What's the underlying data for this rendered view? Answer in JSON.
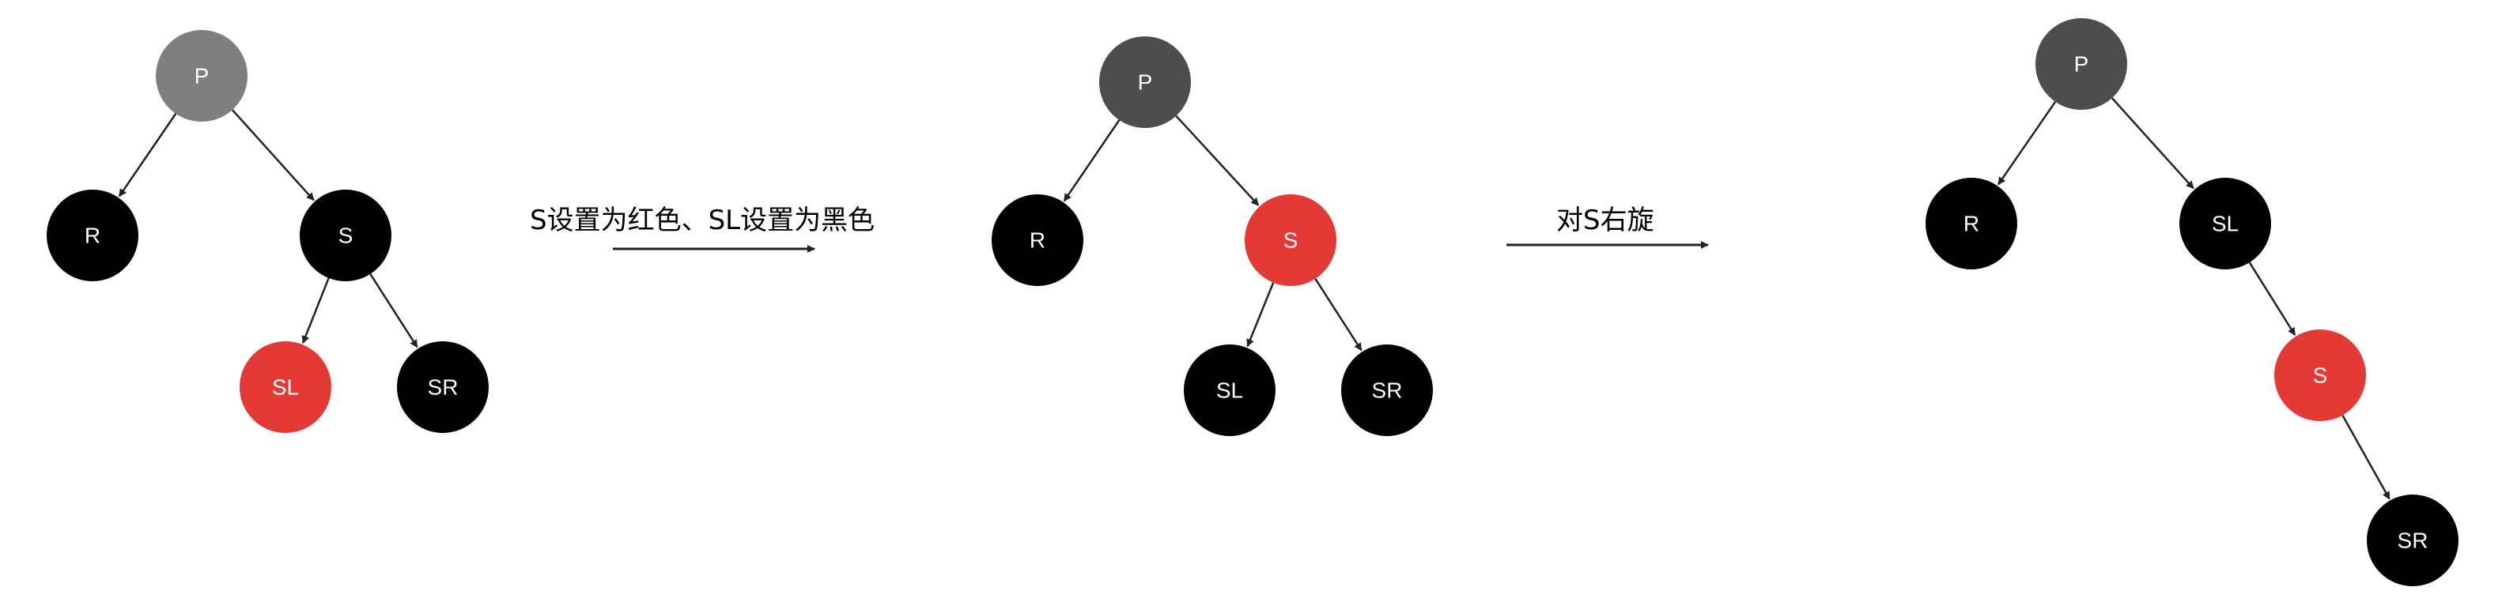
{
  "colors": {
    "black": "#000000",
    "red": "#e53935",
    "gray_light": "#7f7f7f",
    "gray_dark": "#4d4d4d",
    "edge": "#222222",
    "text_on_node": "#ffffff"
  },
  "diagrams": [
    {
      "id": "before",
      "nodes": [
        {
          "id": "P",
          "label": "P",
          "color": "gray_light"
        },
        {
          "id": "R",
          "label": "R",
          "color": "black"
        },
        {
          "id": "S",
          "label": "S",
          "color": "black"
        },
        {
          "id": "SL",
          "label": "SL",
          "color": "red"
        },
        {
          "id": "SR",
          "label": "SR",
          "color": "black"
        }
      ],
      "edges": [
        [
          "P",
          "R"
        ],
        [
          "P",
          "S"
        ],
        [
          "S",
          "SL"
        ],
        [
          "S",
          "SR"
        ]
      ]
    },
    {
      "id": "recolored",
      "nodes": [
        {
          "id": "P",
          "label": "P",
          "color": "gray_dark"
        },
        {
          "id": "R",
          "label": "R",
          "color": "black"
        },
        {
          "id": "S",
          "label": "S",
          "color": "red"
        },
        {
          "id": "SL",
          "label": "SL",
          "color": "black"
        },
        {
          "id": "SR",
          "label": "SR",
          "color": "black"
        }
      ],
      "edges": [
        [
          "P",
          "R"
        ],
        [
          "P",
          "S"
        ],
        [
          "S",
          "SL"
        ],
        [
          "S",
          "SR"
        ]
      ]
    },
    {
      "id": "rotated",
      "nodes": [
        {
          "id": "P",
          "label": "P",
          "color": "gray_dark"
        },
        {
          "id": "R",
          "label": "R",
          "color": "black"
        },
        {
          "id": "SL",
          "label": "SL",
          "color": "black"
        },
        {
          "id": "S",
          "label": "S",
          "color": "red"
        },
        {
          "id": "SR",
          "label": "SR",
          "color": "black"
        }
      ],
      "edges": [
        [
          "P",
          "R"
        ],
        [
          "P",
          "SL"
        ],
        [
          "SL",
          "S"
        ],
        [
          "S",
          "SR"
        ]
      ]
    }
  ],
  "steps": [
    {
      "id": "step1",
      "label": "S设置为红色、SL设置为黑色"
    },
    {
      "id": "step2",
      "label": "对S右旋"
    }
  ]
}
